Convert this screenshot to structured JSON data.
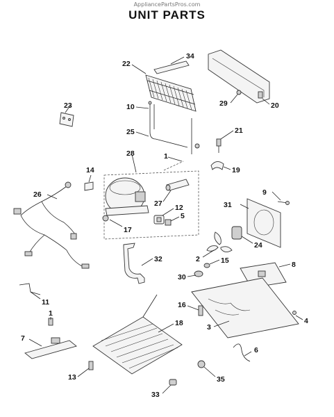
{
  "watermark": "AppliancePartsPros.com",
  "title": "UNIT  PARTS",
  "callouts": {
    "c1a": "1",
    "c1b": "1",
    "c2": "2",
    "c3": "3",
    "c4": "4",
    "c5": "5",
    "c6": "6",
    "c7": "7",
    "c8": "8",
    "c9": "9",
    "c10": "10",
    "c11": "11",
    "c12": "12",
    "c13": "13",
    "c14": "14",
    "c15": "15",
    "c16": "16",
    "c17": "17",
    "c18": "18",
    "c19": "19",
    "c20": "20",
    "c21": "21",
    "c22": "22",
    "c23": "23",
    "c24": "24",
    "c25": "25",
    "c26": "26",
    "c27": "27",
    "c28": "28",
    "c29": "29",
    "c30": "30",
    "c31": "31",
    "c32": "32",
    "c33": "33",
    "c34": "34",
    "c35": "35"
  }
}
